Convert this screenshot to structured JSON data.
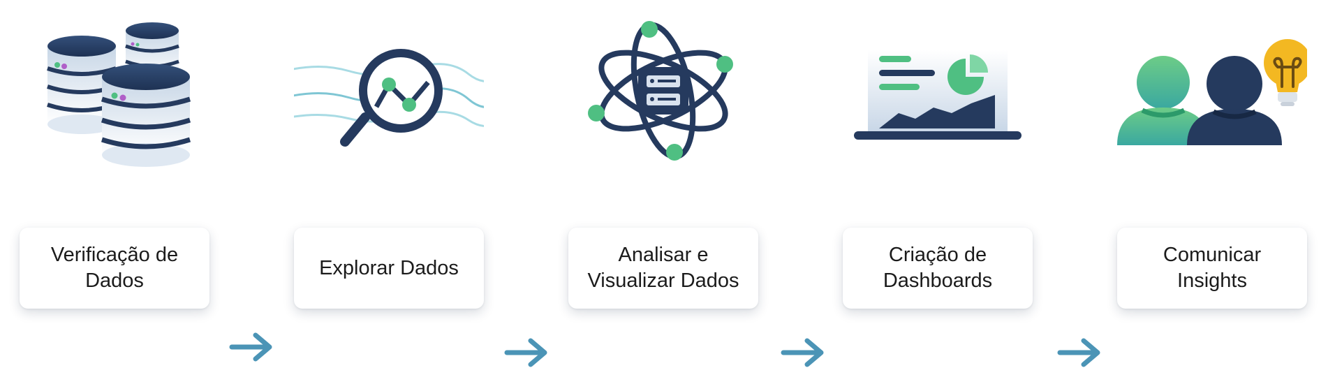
{
  "steps": [
    {
      "label": "Verificação de\nDados",
      "icon": "database-stack-icon"
    },
    {
      "label": "Explorar Dados",
      "icon": "magnifier-chart-icon"
    },
    {
      "label": "Analisar e\nVisualizar Dados",
      "icon": "atom-server-icon"
    },
    {
      "label": "Criação de\nDashboards",
      "icon": "dashboard-monitor-icon"
    },
    {
      "label": "Comunicar\nInsights",
      "icon": "people-lightbulb-icon"
    }
  ],
  "arrows": [
    "arrow-right-icon",
    "arrow-right-icon",
    "arrow-right-icon",
    "arrow-right-icon"
  ],
  "colors": {
    "navy": "#253a5e",
    "green": "#4fbf82",
    "teal": "#3aa8a0",
    "arrow": "#4b94b6",
    "bulb": "#f3b822",
    "text": "#1b1b1b"
  }
}
